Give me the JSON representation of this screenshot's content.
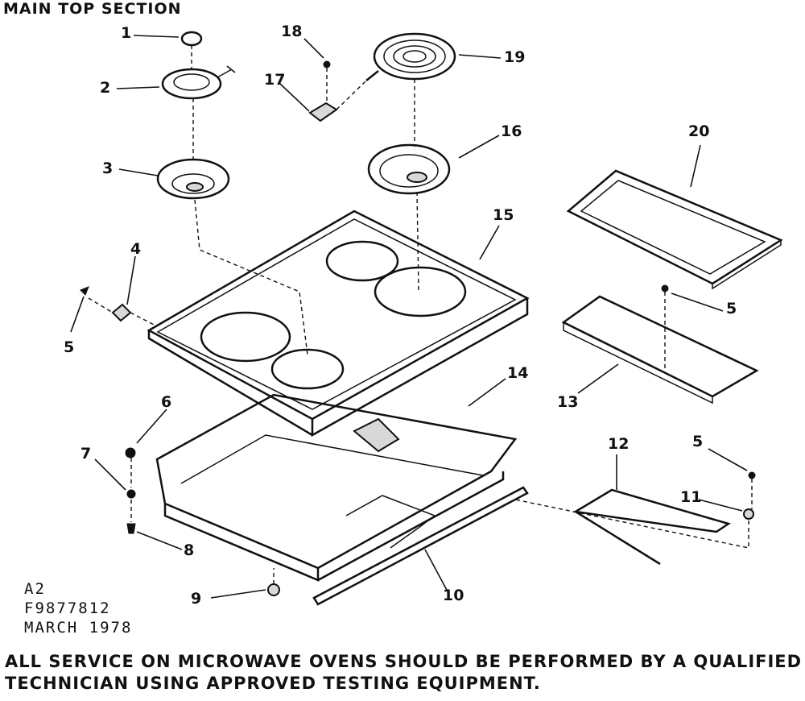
{
  "title": "MAIN TOP SECTION",
  "callouts": [
    "1",
    "2",
    "3",
    "4",
    "5",
    "5",
    "5",
    "6",
    "7",
    "8",
    "9",
    "10",
    "11",
    "12",
    "13",
    "14",
    "15",
    "16",
    "17",
    "18",
    "19",
    "20"
  ],
  "drawing_info": {
    "code": "A2",
    "part_number": "F9877812",
    "date": "MARCH 1978"
  },
  "footer": {
    "line1": "ALL SERVICE ON MICROWAVE OVENS SHOULD BE PERFORMED BY A QUALIFIED",
    "line2": "TECHNICIAN USING APPROVED TESTING EQUIPMENT."
  }
}
